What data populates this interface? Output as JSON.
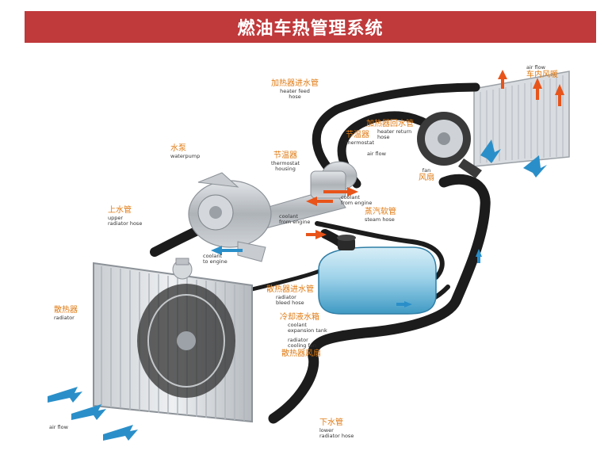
{
  "title": "燃油车热管理系统",
  "labels": {
    "heater_feed_hose": {
      "zh": "加热器进水管",
      "en": "heater feed\nhose"
    },
    "heater_return_hose": {
      "zh": "加热器回水管",
      "en": "heater return\nhose"
    },
    "air_flow_cabin": {
      "zh": "车内风暖",
      "en": "air flow"
    },
    "thermostat": {
      "zh": "节温器",
      "en": "thermostat"
    },
    "thermostat_housing": {
      "zh": "节温器",
      "en": "thermostat\nhousing"
    },
    "water_pump": {
      "zh": "水泵",
      "en": "waterpump"
    },
    "air_flow_fan": {
      "en": "air flow"
    },
    "fan": {
      "zh": "风扇",
      "en": "fan"
    },
    "coolant_from_engine_1": {
      "en": "coolant\nfrom engine"
    },
    "coolant_from_engine_2": {
      "en": "coolant\nfrom engine"
    },
    "steam_hose": {
      "zh": "蒸汽软管",
      "en": "steam hose"
    },
    "upper_radiator_hose": {
      "zh": "上水管",
      "en": "upper\nradiator hose"
    },
    "coolant_to_engine": {
      "en": "coolant\nto engine"
    },
    "radiator_bleed_hose": {
      "zh": "散热器进水管",
      "en": "radiator\nbleed hose"
    },
    "radiator": {
      "zh": "散热器",
      "en": "radiator"
    },
    "coolant_expansion_tank": {
      "zh": "冷却液水箱",
      "en": "coolant\nexpansion tank"
    },
    "radiator_cooling_fan": {
      "zh": "散热器风扇",
      "en": "radiator\ncooling fan"
    },
    "lower_radiator_hose": {
      "zh": "下水管",
      "en": "lower\nradiator hose"
    },
    "air_flow_bottom": {
      "en": "air flow"
    }
  },
  "colors": {
    "title_bar": "#c0393b",
    "hose": "#1c1c1c",
    "hot_arrow": "#e8541a",
    "cold_arrow": "#2a8fc9",
    "label_zh": "#e07a12",
    "tank": "#6fbfe0",
    "metal": "#b7bcc0"
  }
}
